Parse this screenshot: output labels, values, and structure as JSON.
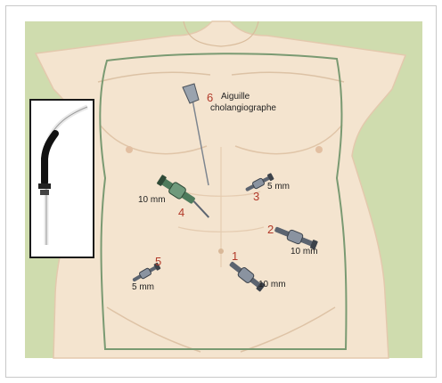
{
  "colors": {
    "background_green": "#cfdcae",
    "skin": "#f4e4cf",
    "skin_shadow": "#e3c9ad",
    "field_outline": "#7a9a72",
    "number_red": "#b23a2a",
    "trocar_green": "#4e7b5c",
    "trocar_steel": "#5c6470"
  },
  "ports": [
    {
      "number": "1",
      "size": "10 mm"
    },
    {
      "number": "2",
      "size": "10 mm"
    },
    {
      "number": "3",
      "size": "5 mm"
    },
    {
      "number": "4",
      "size": "10 mm"
    },
    {
      "number": "5",
      "size": "5 mm"
    }
  ],
  "needle": {
    "number": "6",
    "label_line1": "Aiguille",
    "label_line2": "cholangiographe"
  },
  "inset": {
    "icon": "cholangiography-catheter-icon"
  }
}
